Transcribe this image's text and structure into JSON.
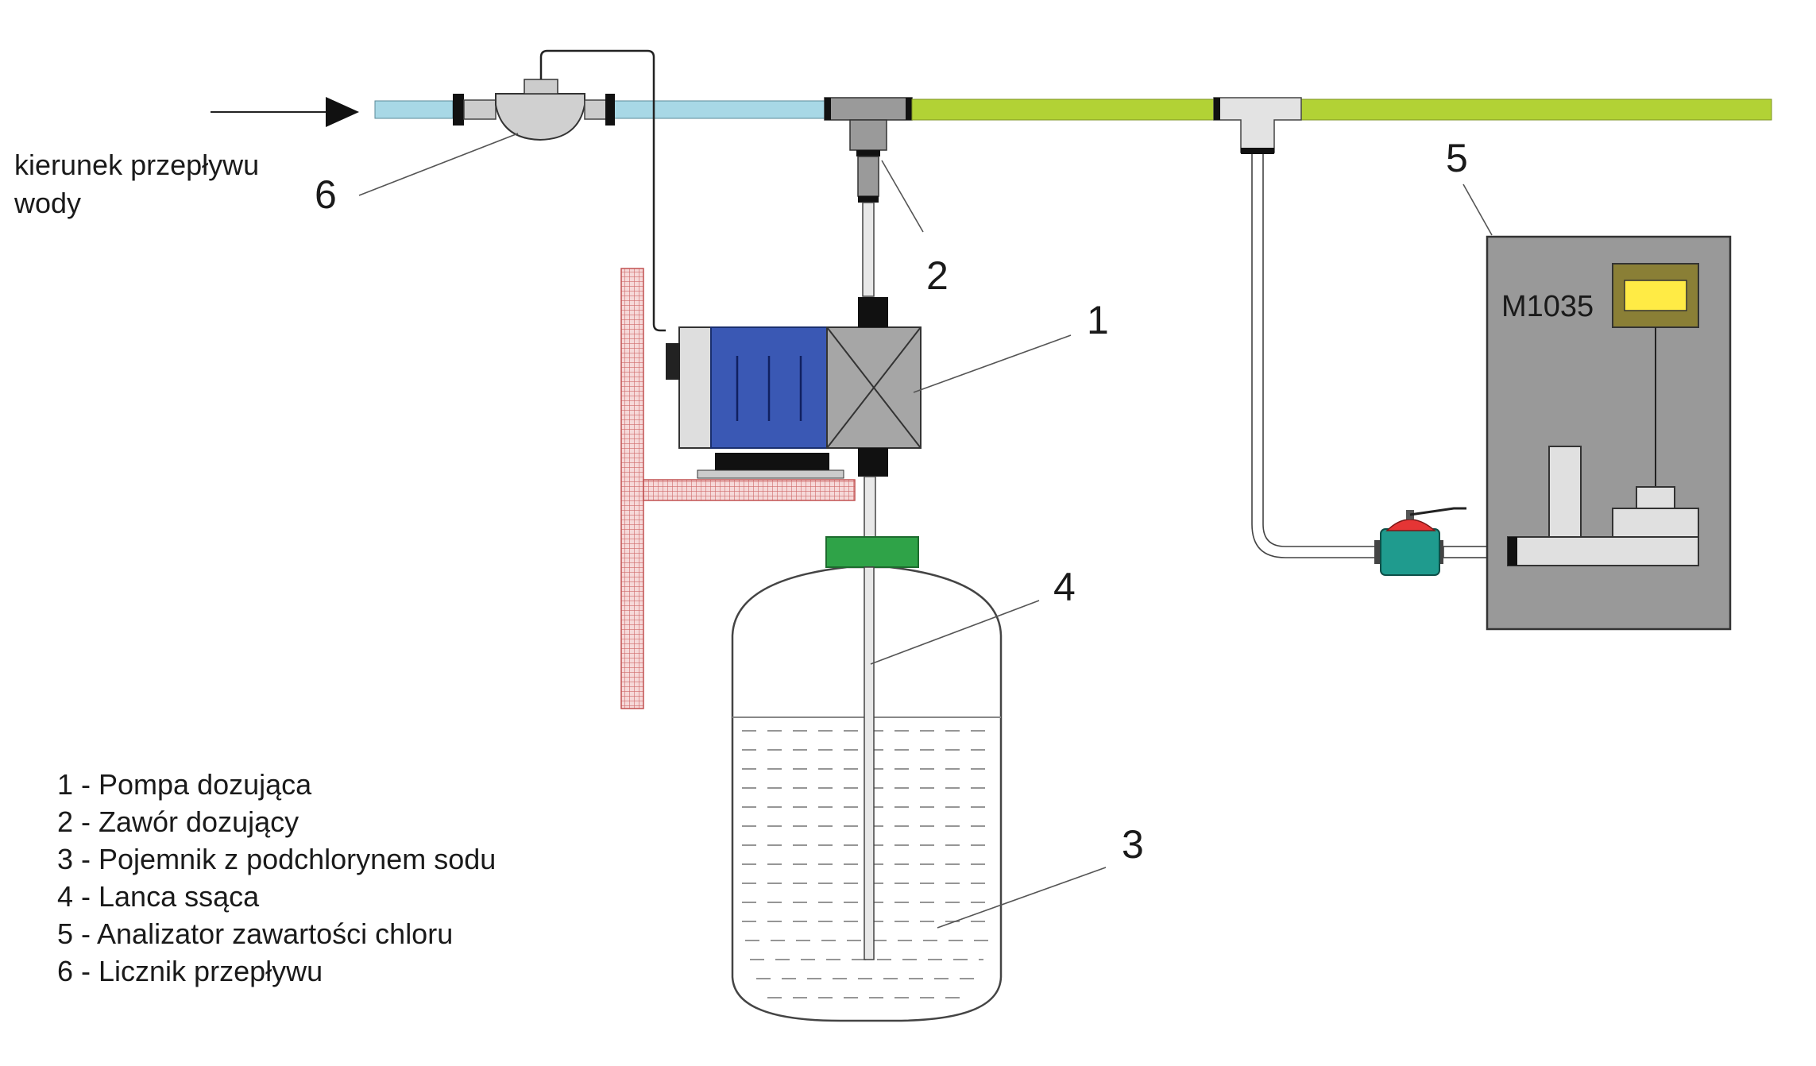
{
  "flow_direction_label": [
    "kierunek przepływu",
    "wody"
  ],
  "callouts": [
    "1",
    "2",
    "3",
    "4",
    "5",
    "6"
  ],
  "analyzer": {
    "model_label": "M1035"
  },
  "legend": [
    "1 - Pompa dozująca",
    "2 - Zawór dozujący",
    "3 - Pojemnik z podchlorynem sodu",
    "4 - Lanca ssąca",
    "5 - Analizator zawartości chloru",
    "6 - Licznik przepływu"
  ],
  "colors": {
    "inlet_pipe": "#a8d8e6",
    "treated_pipe": "#b2d235",
    "pump_motor": "#3a58b4",
    "tank_cap": "#2fa348",
    "analyzer_panel": "#999999",
    "display_screen": "#ffeb45",
    "display_frame": "#8a7f36",
    "valve_body": "#1f9b8e",
    "valve_handle": "#e53535",
    "bracket": "#e09090"
  }
}
